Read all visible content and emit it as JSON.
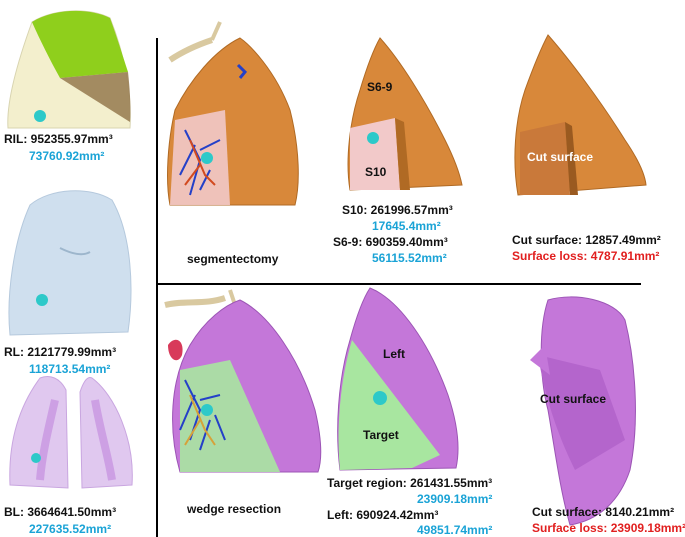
{
  "left_column": {
    "ril": {
      "volume": "RIL: 952355.97mm³",
      "area": "73760.92mm²"
    },
    "rl": {
      "volume": "RL: 2121779.99mm³",
      "area": "118713.54mm²"
    },
    "bl": {
      "volume": "BL: 3664641.50mm³",
      "area": "227635.52mm²"
    }
  },
  "segmentectomy": {
    "title": "segmentectomy",
    "labels": {
      "s6_9": "S6-9",
      "s10": "S10",
      "cut": "Cut surface"
    },
    "s10_volume": "S10: 261996.57mm³",
    "s10_area": "17645.4mm²",
    "s6_9_volume": "S6-9: 690359.40mm³",
    "s6_9_area": "56115.52mm²",
    "cut_surface": "Cut surface: 12857.49mm²",
    "surface_loss": "Surface loss: 4787.91mm²"
  },
  "wedge": {
    "title": "wedge resection",
    "labels": {
      "left": "Left",
      "target": "Target",
      "cut": "Cut surface"
    },
    "target_volume": "Target region: 261431.55mm³",
    "target_area": "23909.18mm²",
    "left_volume": "Left: 690924.42mm³",
    "left_area": "49851.74mm²",
    "cut_surface": "Cut surface: 8140.21mm²",
    "surface_loss": "Surface loss: 23909.18mm²"
  },
  "colors": {
    "text_blue": "#1aa3d6",
    "text_red": "#e11f1f",
    "lobe_orange": "#d8883a",
    "lobe_violet": "#c477d9",
    "segment_pink": "#f2c9c9",
    "target_green": "#a8e6a0",
    "lung_cream": "#f3efcd",
    "lung_lightblue": "#cfdfee",
    "upper_green": "#8fcf1c",
    "tumor_cyan": "#2dc9c9",
    "vessel_blue": "#2440c8"
  }
}
